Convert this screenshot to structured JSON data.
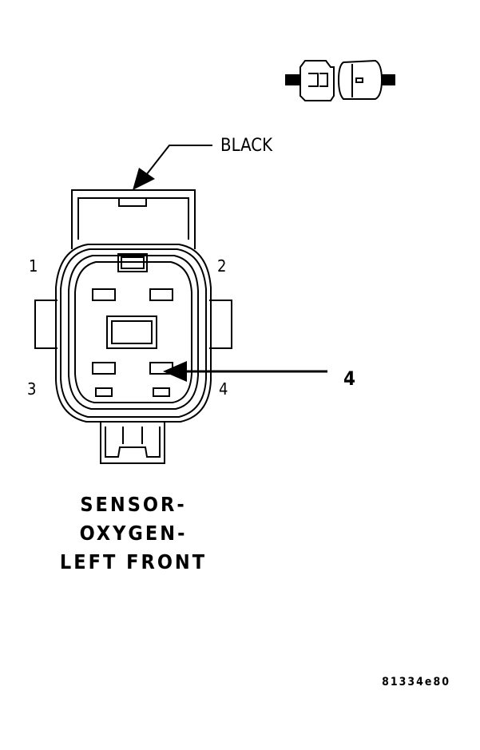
{
  "connector": {
    "color_label": "BLACK",
    "pins": [
      "1",
      "2",
      "3",
      "4"
    ],
    "callout": "4"
  },
  "title_lines": [
    "SENSOR-",
    "OXYGEN-",
    "LEFT FRONT"
  ],
  "figure_ref": "81334e80"
}
